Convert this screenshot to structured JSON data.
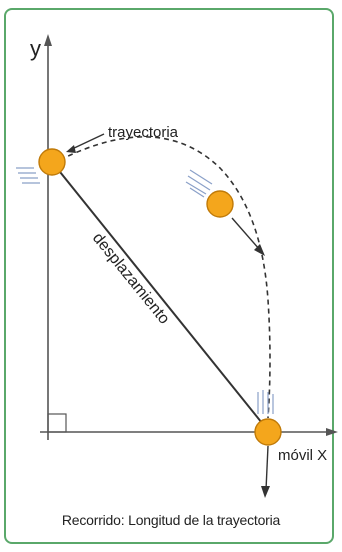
{
  "diagram": {
    "y_axis_label": "y",
    "trajectory_label": "trayectoria",
    "displacement_label": "desplazamiento",
    "mobile_label": "móvil X",
    "caption": "Recorrido: Longitud de la trayectoria"
  },
  "colors": {
    "frame": "#5aa86a",
    "ball_fill": "#f4a61c",
    "ball_stroke": "#c07a08",
    "axis": "#555555",
    "path": "#333333",
    "motion_lines": "#8aa0c8"
  }
}
